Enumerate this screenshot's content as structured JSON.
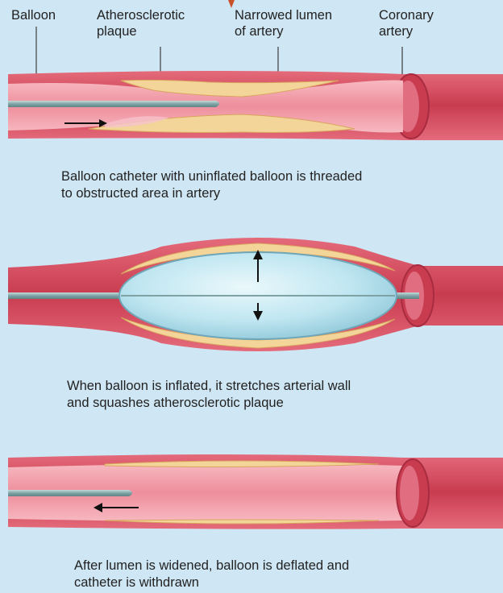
{
  "labels": {
    "balloon": "Balloon",
    "plaque_line1": "Atherosclerotic",
    "plaque_line2": "plaque",
    "lumen_line1": "Narrowed lumen",
    "lumen_line2": "of artery",
    "coronary_line1": "Coronary",
    "coronary_line2": "artery"
  },
  "captions": {
    "step1_line1": "Balloon catheter with uninflated balloon is threaded",
    "step1_line2": "to obstructed area in artery",
    "step2_line1": "When balloon is inflated, it stretches arterial wall",
    "step2_line2": "and squashes atherosclerotic plaque",
    "step3_line1": "After lumen is widened, balloon is deflated and",
    "step3_line2": "catheter is withdrawn"
  },
  "colors": {
    "background": "#cfe6f4",
    "artery_wall": "#d94a5c",
    "artery_lumen": "#f2a3ae",
    "plaque": "#f3d59a",
    "catheter": "#8fb3b5",
    "balloon": "#c9ecf5"
  }
}
